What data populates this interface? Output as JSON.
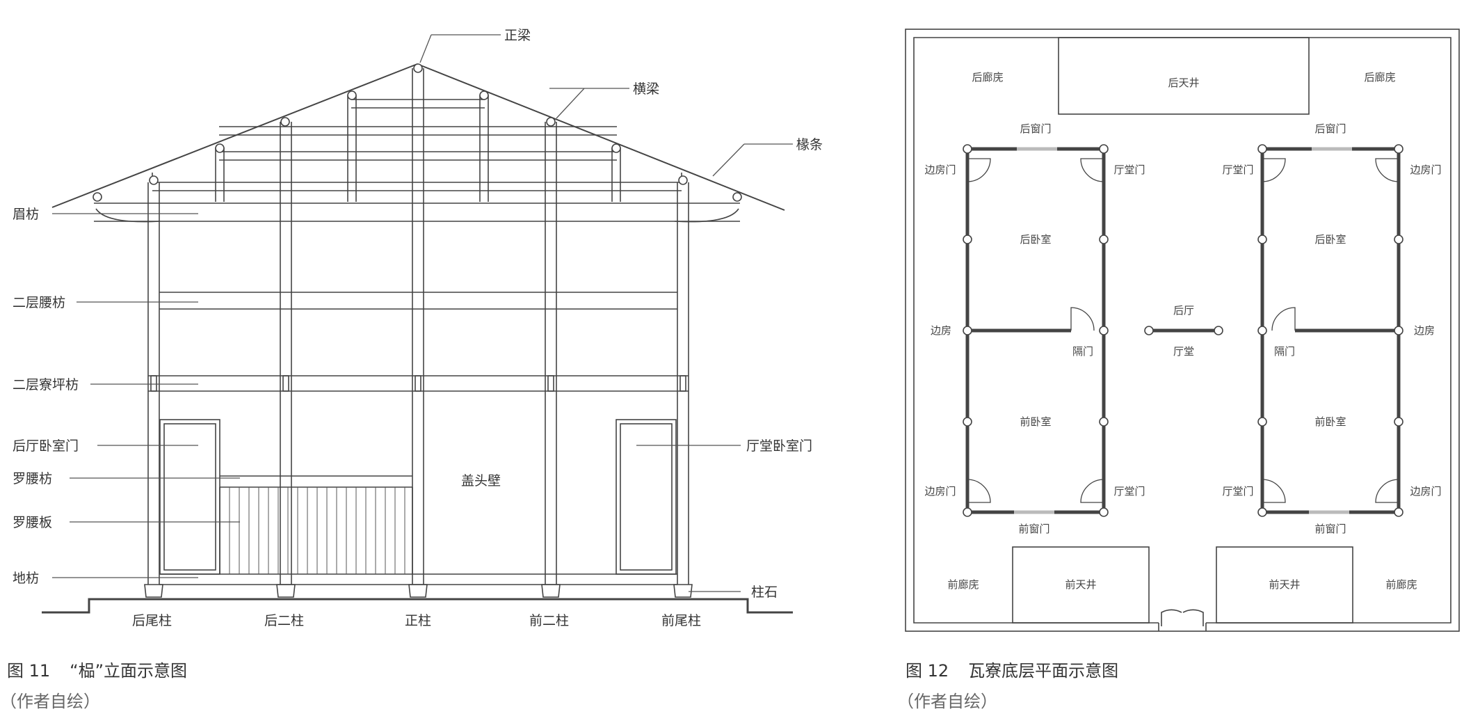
{
  "figure11": {
    "caption_number": "图 11",
    "caption_title": "“榀”立面示意图",
    "credit": "（作者自绘）",
    "labels": {
      "zhengliang": "正梁",
      "hengliang": "横梁",
      "chuantiao": "椽条",
      "meifang": "眉枋",
      "erceng_yaofang": "二层腰枋",
      "erceng_liaopingfang": "二层寮坪枋",
      "houting_woshimen": "后厅卧室门",
      "luoyaofang": "罗腰枋",
      "luoyaoban": "罗腰板",
      "difang": "地枋",
      "gaitoubi": "盖头壁",
      "tingtang_woshimen": "厅堂卧室门",
      "zhushi": "柱石"
    },
    "columns": [
      "后尾柱",
      "后二柱",
      "正柱",
      "前二柱",
      "前尾柱"
    ]
  },
  "figure12": {
    "caption_number": "图 12",
    "caption_title": "瓦寮底层平面示意图",
    "credit": "（作者自绘）",
    "labels": {
      "hou_langpang_left": "后廊庑",
      "hou_tianjing": "后天井",
      "hou_langpang_right": "后廊庑",
      "hou_chuangmen_left": "后窗门",
      "hou_chuangmen_right": "后窗门",
      "bianfangmen_tl": "边房门",
      "tingtangmen_tl": "厅堂门",
      "tingtangmen_tr": "厅堂门",
      "bianfangmen_tr": "边房门",
      "hou_woshi_left": "后卧室",
      "hou_woshi_right": "后卧室",
      "bianfang_left": "边房",
      "bianfang_right": "边房",
      "houting": "后厅",
      "tingtang": "厅堂",
      "gemen_left": "隔门",
      "gemen_right": "隔门",
      "qian_woshi_left": "前卧室",
      "qian_woshi_right": "前卧室",
      "bianfangmen_bl": "边房门",
      "tingtangmen_bl": "厅堂门",
      "tingtangmen_br": "厅堂门",
      "bianfangmen_br": "边房门",
      "qian_chuangmen_left": "前窗门",
      "qian_chuangmen_right": "前窗门",
      "qian_langpang_left": "前廊庑",
      "qian_tianjing_left": "前天井",
      "qian_tianjing_right": "前天井",
      "qian_langpang_right": "前廊庑"
    }
  }
}
